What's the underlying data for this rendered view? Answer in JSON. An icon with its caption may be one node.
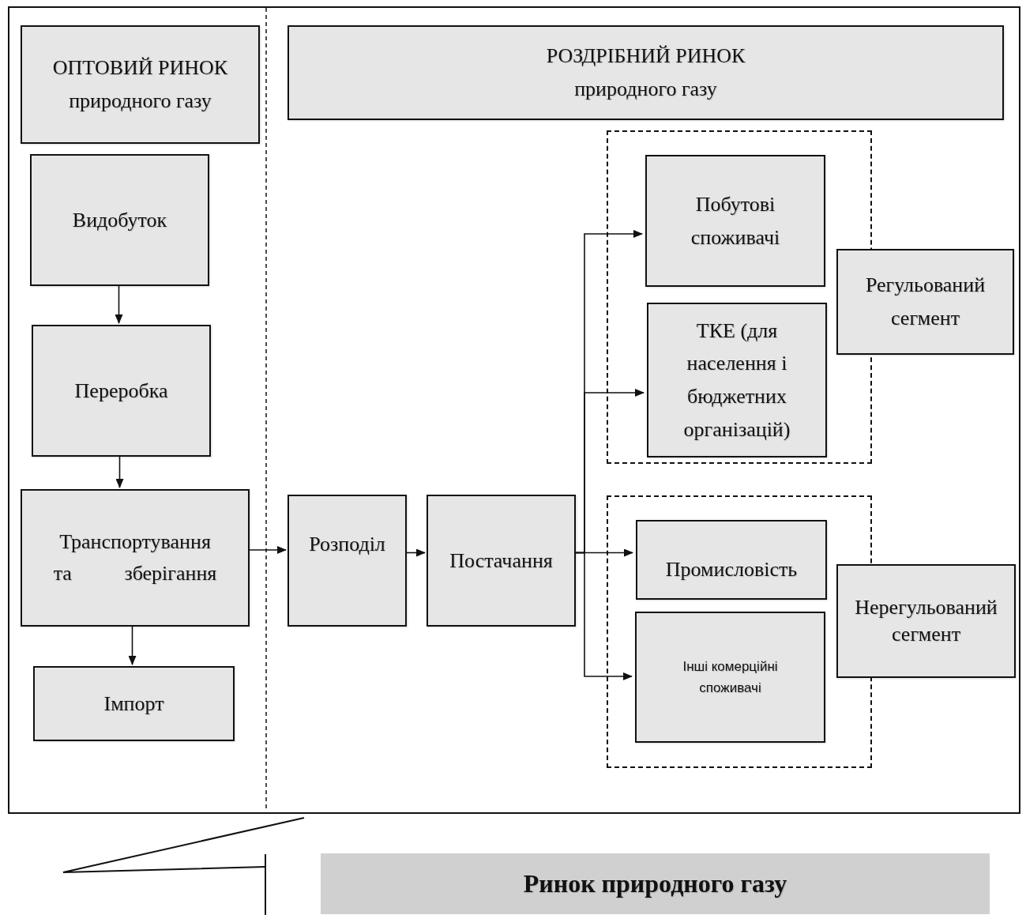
{
  "diagram": {
    "nodes": [
      {
        "text": [],
        "shape": "box"
      },
      {
        "text": [
          "ОПТОВИЙ РИНОК",
          "природного газу"
        ],
        "in": 0
      },
      {
        "text": [
          "Видобуток"
        ],
        "in": 0
      },
      {
        "text": [
          "Переробка"
        ],
        "in": 0
      },
      {
        "text": [
          "Транспортування та зберігання"
        ],
        "in": 0
      },
      {
        "text": [
          "Імпорт"
        ],
        "in": 0
      },
      {
        "text": [
          "РОЗДРІБНИЙ РИНОК",
          "природного газу"
        ],
        "in": 0
      },
      {
        "text": [
          "Розподіл"
        ],
        "in": 0
      },
      {
        "text": [
          "Постачання"
        ],
        "in": 0
      },
      {
        "text": [],
        "shape": "box",
        "in": 0
      },
      {
        "text": [
          "Побутові споживачі"
        ],
        "in": 9
      },
      {
        "text": [
          "ТКЕ (для населення і бюджетних організацій)"
        ],
        "in": 9
      },
      {
        "text": [
          "Регульований сегмент"
        ],
        "in": 0
      },
      {
        "text": [],
        "shape": "box",
        "in": 0
      },
      {
        "text": [
          "Промисловість"
        ],
        "in": 13
      },
      {
        "text": [
          "Інші комерційні споживачі"
        ],
        "in": 13
      },
      {
        "text": [
          "Нерегульований сегмент"
        ],
        "in": 0
      },
      {
        "text": [
          "Ринок природного газу"
        ]
      }
    ],
    "edges": [
      {
        "from": 2,
        "to": 3,
        "arrow": "to"
      },
      {
        "from": 3,
        "to": 4,
        "arrow": "to"
      },
      {
        "from": 4,
        "to": 5,
        "arrow": "to"
      },
      {
        "from": 4,
        "to": 7,
        "arrow": "to"
      },
      {
        "from": 7,
        "to": 8,
        "arrow": "to"
      },
      {
        "from": 8,
        "to": 10,
        "arrow": "to"
      },
      {
        "from": 8,
        "to": 11,
        "arrow": "to"
      },
      {
        "from": 8,
        "to": 14,
        "arrow": "to"
      },
      {
        "from": 8,
        "to": 15,
        "arrow": "to"
      }
    ]
  }
}
